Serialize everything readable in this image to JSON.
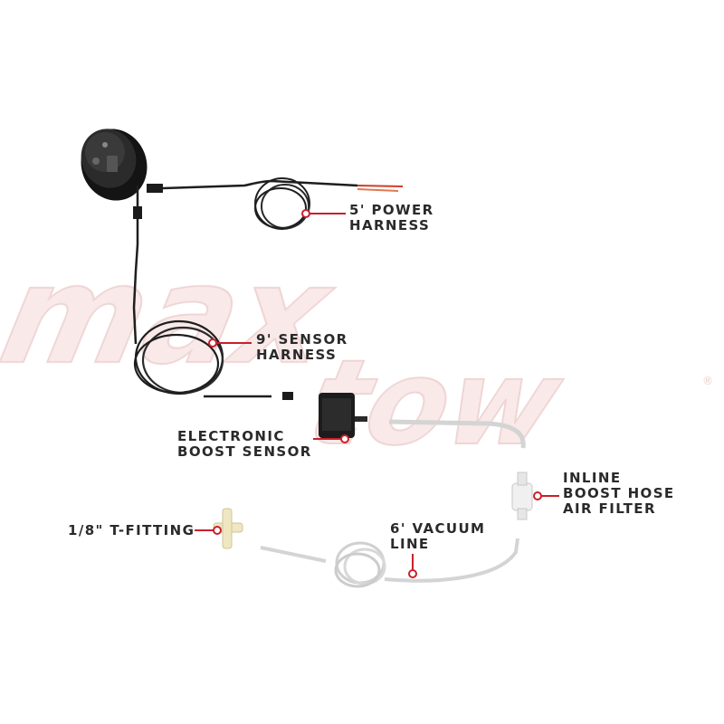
{
  "watermark": {
    "line1": "max",
    "line2": "tow",
    "registered_mark": "®",
    "color": "#f2c6c6"
  },
  "accent_color": "#c8202a",
  "callouts": {
    "power_harness": {
      "lines": [
        "5' POWER",
        "HARNESS"
      ]
    },
    "sensor_harness": {
      "lines": [
        "9' SENSOR",
        "HARNESS"
      ]
    },
    "boost_sensor": {
      "lines": [
        "ELECTRONIC",
        "BOOST SENSOR"
      ]
    },
    "air_filter": {
      "lines": [
        "INLINE",
        "BOOST HOSE",
        "AIR FILTER"
      ]
    },
    "t_fitting": {
      "lines": [
        "1/8\" T-FITTING"
      ]
    },
    "vacuum_line": {
      "lines": [
        "6' VACUUM",
        "LINE"
      ]
    }
  }
}
